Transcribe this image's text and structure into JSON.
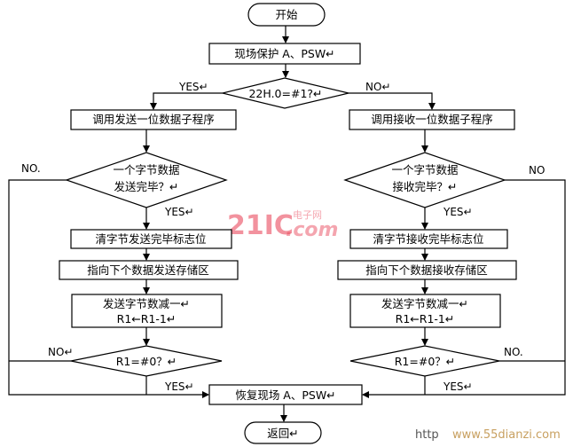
{
  "flow": {
    "start": "开始",
    "save_context": "现场保护 A、PSW↵",
    "check_flag": "22H.0=#1?↵",
    "yes": "YES↵",
    "no": "NO↵",
    "yes_bare": "YES",
    "no_bare": "NO",
    "no_dot": "NO.",
    "send_call": "调用发送一位数据子程序",
    "recv_call": "调用接收一位数据子程序",
    "send_check_l1": "一个字节数据",
    "send_check_l2": "发送完毕？↵",
    "recv_check_l1": "一个字节数据",
    "recv_check_l2": "接收完毕？↵",
    "send_clear": "清字节发送完毕标志位",
    "recv_clear": "清字节接收完毕标志位",
    "send_ptr": "指向下个数据发送存储区",
    "recv_ptr": "指向下个数据接收存储区",
    "dec_l1": "发送字节数减一↵",
    "dec_l2": "R1←R1-1↵",
    "r1_check": "R1=#0？↵",
    "restore": "恢复现场 A、PSW↵",
    "ret": "返回↵"
  },
  "watermark": {
    "logo_a": "21IC",
    "logo_b": ".com",
    "logo_cn": "电子网",
    "footer_prefix": "http",
    "footer_site": "www.55dianzi.com"
  }
}
